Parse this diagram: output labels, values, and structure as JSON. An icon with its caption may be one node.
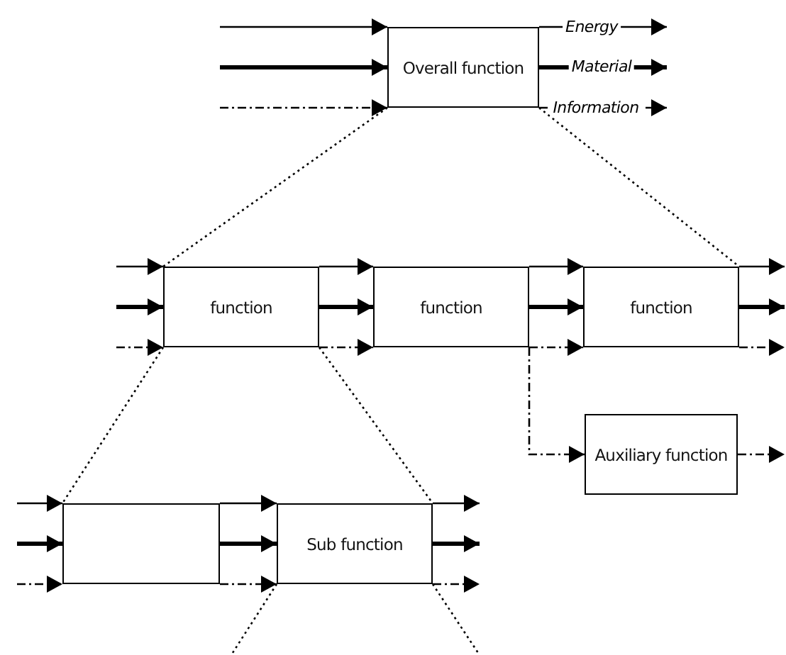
{
  "diagram": {
    "nodes": [
      {
        "text": [
          "Overall function"
        ]
      },
      {
        "text": [
          "function"
        ]
      },
      {
        "text": [
          "function"
        ]
      },
      {
        "text": [
          "function"
        ]
      },
      {
        "text": [
          "Auxiliary function"
        ]
      },
      {
        "text": [],
        "shape": "box"
      },
      {
        "text": [
          "Sub function"
        ]
      }
    ],
    "edges": [
      {
        "from": null,
        "to": 0,
        "arrow": "to"
      },
      {
        "from": null,
        "to": 0,
        "arrow": "to",
        "style": "thick"
      },
      {
        "from": null,
        "to": 0,
        "arrow": "to",
        "style": "dashed"
      },
      {
        "from": 0,
        "to": null,
        "arrow": "to",
        "label": "Energy"
      },
      {
        "from": 0,
        "to": null,
        "arrow": "to",
        "label": "Material",
        "style": "thick"
      },
      {
        "from": 0,
        "to": null,
        "arrow": "to",
        "label": "Information",
        "style": "dashed"
      },
      {
        "from": 0,
        "to": 1,
        "arrow": "none",
        "style": "dashed"
      },
      {
        "from": 0,
        "to": 3,
        "arrow": "none",
        "style": "dashed"
      },
      {
        "from": null,
        "to": 1,
        "arrow": "to"
      },
      {
        "from": null,
        "to": 1,
        "arrow": "to",
        "style": "thick"
      },
      {
        "from": null,
        "to": 1,
        "arrow": "to",
        "style": "dashed"
      },
      {
        "from": 1,
        "to": 2,
        "arrow": "to"
      },
      {
        "from": 1,
        "to": 2,
        "arrow": "to",
        "style": "thick"
      },
      {
        "from": 1,
        "to": 2,
        "arrow": "to",
        "style": "dashed"
      },
      {
        "from": 2,
        "to": 3,
        "arrow": "to"
      },
      {
        "from": 2,
        "to": 3,
        "arrow": "to",
        "style": "thick"
      },
      {
        "from": 2,
        "to": 3,
        "arrow": "to",
        "style": "dashed"
      },
      {
        "from": 3,
        "to": null,
        "arrow": "to"
      },
      {
        "from": 3,
        "to": null,
        "arrow": "to",
        "style": "thick"
      },
      {
        "from": 3,
        "to": null,
        "arrow": "to",
        "style": "dashed"
      },
      {
        "from": 2,
        "to": 4,
        "arrow": "to",
        "style": "dashed"
      },
      {
        "from": 4,
        "to": null,
        "arrow": "to",
        "style": "dashed"
      },
      {
        "from": 1,
        "to": 5,
        "arrow": "none",
        "style": "dashed"
      },
      {
        "from": 1,
        "to": 6,
        "arrow": "none",
        "style": "dashed"
      },
      {
        "from": null,
        "to": 5,
        "arrow": "to"
      },
      {
        "from": null,
        "to": 5,
        "arrow": "to",
        "style": "thick"
      },
      {
        "from": null,
        "to": 5,
        "arrow": "to",
        "style": "dashed"
      },
      {
        "from": 5,
        "to": 6,
        "arrow": "to"
      },
      {
        "from": 5,
        "to": 6,
        "arrow": "to",
        "style": "thick"
      },
      {
        "from": 5,
        "to": 6,
        "arrow": "to",
        "style": "dashed"
      },
      {
        "from": 6,
        "to": null,
        "arrow": "to"
      },
      {
        "from": 6,
        "to": null,
        "arrow": "to",
        "style": "thick"
      },
      {
        "from": 6,
        "to": null,
        "arrow": "to",
        "style": "dashed"
      },
      {
        "from": 6,
        "to": null,
        "arrow": "none",
        "style": "dashed"
      },
      {
        "from": 6,
        "to": null,
        "arrow": "none",
        "style": "dashed"
      }
    ]
  }
}
